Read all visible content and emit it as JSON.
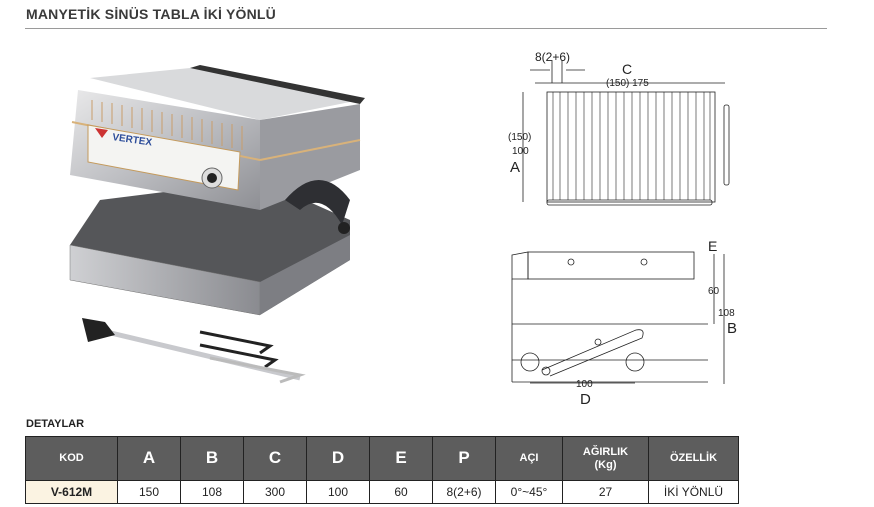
{
  "page_title": "MANYETİK SİNÜS TABLA İKİ YÖNLÜ",
  "photo": {
    "brand_logo": "VERTEX"
  },
  "drawing": {
    "top_view": {
      "pitch_label": "8(2+6)",
      "c_label": "C",
      "c_dims": "(150) 175",
      "a_dims_1": "(150)",
      "a_dims_2": "100",
      "a_label": "A"
    },
    "side_view": {
      "e_label": "E",
      "e_dim": "60",
      "b_dim": "108",
      "b_label": "B",
      "d_dim": "100",
      "d_label": "D"
    }
  },
  "details": {
    "heading": "DETAYLAR",
    "columns": [
      "KOD",
      "A",
      "B",
      "C",
      "D",
      "E",
      "P",
      "AÇI",
      "AĞIRLIK",
      "(Kg)",
      "ÖZELLİK"
    ],
    "rows": [
      {
        "kod": "V-612M",
        "a": "150",
        "b": "108",
        "c": "300",
        "d": "100",
        "e": "60",
        "p": "8(2+6)",
        "aci": "0°~45°",
        "agirlik": "27",
        "ozellik": "İKİ YÖNLÜ"
      }
    ]
  }
}
